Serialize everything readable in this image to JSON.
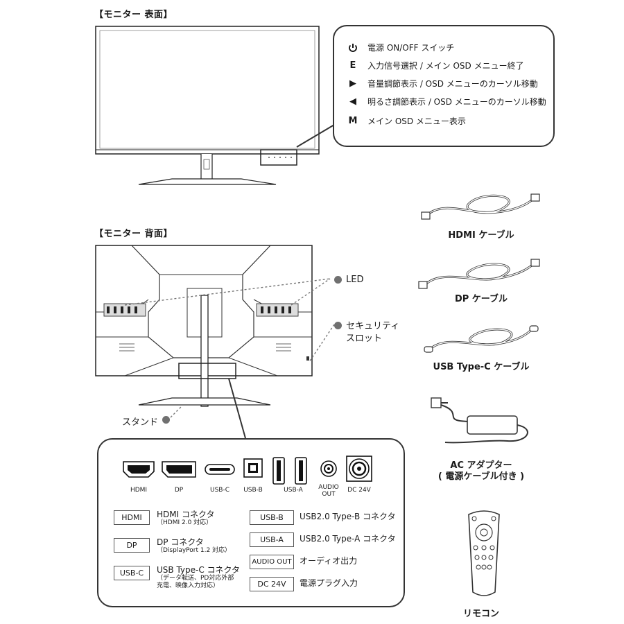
{
  "front": {
    "title": "【モニター 表面】",
    "buttons": [
      {
        "key": "",
        "icon": "power-icon",
        "label": "電源 ON/OFF スイッチ"
      },
      {
        "key": "E",
        "label": "入力信号選択 / メイン OSD メニュー終了"
      },
      {
        "key": "▶",
        "label": "音量調節表示 / OSD メニューのカーソル移動"
      },
      {
        "key": "◀",
        "label": "明るさ調節表示 / OSD メニューのカーソル移動"
      },
      {
        "key": "M",
        "label": "メイン OSD メニュー表示"
      }
    ]
  },
  "back": {
    "title": "【モニター 背面】",
    "led": "LED",
    "security": "セキュリティ\nスロット",
    "stand": "スタンド"
  },
  "ports": {
    "icons": [
      {
        "label": "HDMI"
      },
      {
        "label": "DP"
      },
      {
        "label": "USB-C"
      },
      {
        "label": "USB-B"
      },
      {
        "label": "USB-A"
      },
      {
        "label": "AUDIO\nOUT"
      },
      {
        "label": "DC 24V"
      }
    ],
    "legend_left": [
      {
        "tag": "HDMI",
        "name": "HDMI コネクタ",
        "sub": "（HDMI 2.0 対応）"
      },
      {
        "tag": "DP",
        "name": "DP コネクタ",
        "sub": "（DisplayPort 1.2 対応）"
      },
      {
        "tag": "USB-C",
        "name": "USB Type-C コネクタ",
        "sub": "（データ転送、PD対応外部\n充電、映像入力対応）"
      }
    ],
    "legend_right": [
      {
        "tag": "USB-B",
        "name": "USB2.0 Type-B コネクタ"
      },
      {
        "tag": "USB-A",
        "name": "USB2.0 Type-A コネクタ"
      },
      {
        "tag": "AUDIO OUT",
        "name": "オーディオ出力"
      },
      {
        "tag": "DC 24V",
        "name": "電源プラグ入力"
      }
    ]
  },
  "accessories": [
    {
      "label": "HDMI ケーブル",
      "icon": "hdmi-cable-icon"
    },
    {
      "label": "DP ケーブル",
      "icon": "dp-cable-icon"
    },
    {
      "label": "USB Type-C ケーブル",
      "icon": "usb-c-cable-icon"
    },
    {
      "label": "AC アダプター\n( 電源ケーブル付き )",
      "icon": "ac-adapter-icon"
    },
    {
      "label": "リモコン",
      "icon": "remote-control-icon"
    }
  ]
}
